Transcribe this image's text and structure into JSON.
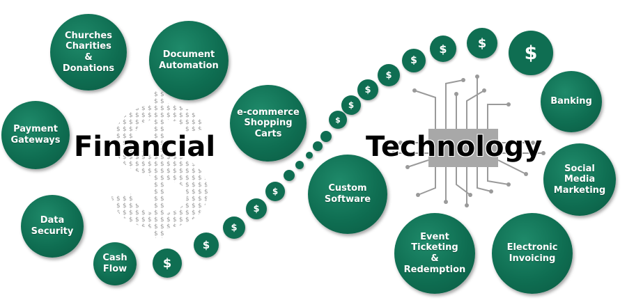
{
  "headline": {
    "left": "Financial",
    "right": "Technology"
  },
  "bubbles": {
    "churches": "Churches\nCharities\n&\nDonations",
    "document": "Document\nAutomation",
    "payment": "Payment\nGateways",
    "ecommerce": "e-commerce\nShopping\nCarts",
    "banking": "Banking",
    "custom": "Custom\nSoftware",
    "social": "Social\nMedia\nMarketing",
    "data": "Data\nSecurity",
    "cashflow": "Cash\nFlow",
    "event": "Event\nTicketing\n&\nRedemption",
    "invoicing": "Electronic\nInvoicing"
  },
  "dollar_symbol": "$",
  "colors": {
    "bubble": "#0f6e52",
    "chip": "#9a9a9a",
    "text": "#000000"
  },
  "icons": [
    "dollar-sign-pattern-icon",
    "circuit-chip-icon"
  ]
}
